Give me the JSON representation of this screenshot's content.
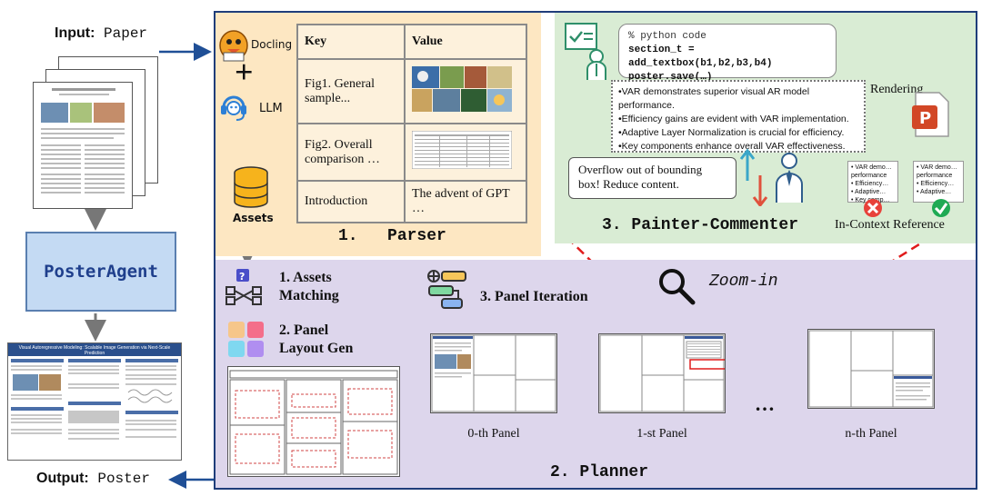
{
  "left": {
    "input_bold": "Input:",
    "input_rest": " Paper",
    "agent": "PosterAgent",
    "output_bold": "Output:",
    "output_rest": " Poster",
    "poster_title": "Visual Autoregressive Modeling: Scalable Image Generation via Next-Scale Prediction"
  },
  "parser": {
    "docling": "Docling",
    "llm": "LLM",
    "assets": "Assets",
    "plus": "+",
    "table": {
      "key_header": "Key",
      "value_header": "Value",
      "rows": [
        {
          "key": "Fig1. General sample...",
          "value": ""
        },
        {
          "key": "Fig2. Overall comparison …",
          "value": ""
        },
        {
          "key": "Introduction",
          "value": "The advent of GPT …"
        }
      ]
    },
    "title_num": "1.",
    "title": "Parser"
  },
  "painter": {
    "code": [
      "% python code",
      "section_t = add_textbox(b1,b2,b3,b4)",
      "poster.save(…)"
    ],
    "rendering": "Rendering",
    "bullets": [
      "•VAR demonstrates superior visual AR model performance.",
      "•Efficiency gains are evident with VAR implementation.",
      "•Adaptive Layer Normalization is crucial for efficiency.",
      "•Key components enhance overall VAR effectiveness."
    ],
    "bubble": "Overflow out of bounding box! Reduce content.",
    "card_a": [
      "• VAR demo…",
      "performance",
      "• Efficiency…",
      "• Adaptive…",
      "• Key comp…"
    ],
    "card_b": [
      "• VAR demo…",
      "performance",
      "• Efficiency…",
      "• Adaptive…"
    ],
    "reference": "In-Context Reference",
    "title": "3. Painter-Commenter"
  },
  "planner": {
    "assets_matching": [
      "1. Assets",
      "Matching"
    ],
    "layout_gen": [
      "2. Panel",
      "Layout Gen"
    ],
    "iteration": "3. Panel Iteration",
    "zoom": "Zoom-in",
    "panels": [
      "0-th Panel",
      "1-st Panel",
      "n-th Panel"
    ],
    "dots": "…",
    "title": "2. Planner"
  },
  "colors": {
    "parser_bg": "#fde7c2",
    "painter_bg": "#d9ecd4",
    "planner_bg": "#ddd6ec",
    "agent_bg": "#c4daf3",
    "frame": "#1f3d7a",
    "zoom_line": "#e01b1b"
  }
}
